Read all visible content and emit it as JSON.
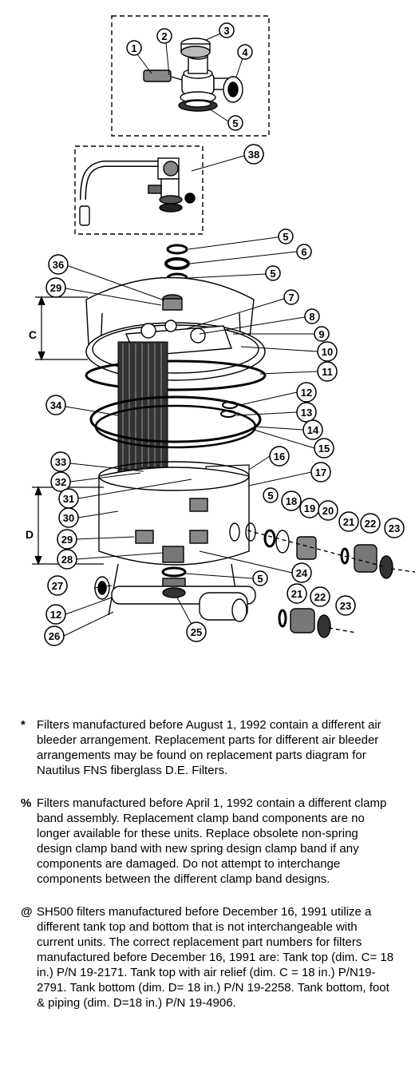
{
  "callouts": {
    "c1": "1",
    "c2": "2",
    "c3": "3",
    "c4": "4",
    "c5a": "5",
    "c38": "38",
    "c5b": "5",
    "c6": "6",
    "c5c": "5",
    "c36": "36",
    "c29a": "29",
    "c7": "7",
    "c8": "8",
    "c9": "9",
    "c10": "10",
    "c11": "11",
    "c12a": "12",
    "c34": "34",
    "c13": "13",
    "c14": "14",
    "c15": "15",
    "c16": "16",
    "c33": "33",
    "c17": "17",
    "c32": "32",
    "c31": "31",
    "c5d": "5",
    "c18": "18",
    "c19": "19",
    "c20": "20",
    "c30": "30",
    "c21a": "21",
    "c22a": "22",
    "c23a": "23",
    "c29b": "29",
    "c28": "28",
    "c24": "24",
    "c5e": "5",
    "c27": "27",
    "c21b": "21",
    "c22b": "22",
    "c23b": "23",
    "c12b": "12",
    "c25": "25",
    "c26": "26"
  },
  "dimensions": {
    "c_label": "C",
    "d_label": "D"
  },
  "notes": [
    {
      "symbol": "*",
      "text": "Filters manufactured before August 1, 1992 contain a different air bleeder arrangement. Replacement parts for different air bleeder arrangements may be found on replacement parts diagram for Nautilus FNS fiberglass D.E. Filters."
    },
    {
      "symbol": "%",
      "text": "Filters manufactured before April 1, 1992 contain a different clamp band assembly. Replacement clamp band components are no longer available for these units. Replace obsolete non-spring design clamp band with new spring design clamp band if any components are damaged. Do not attempt to interchange components between the different clamp band designs."
    },
    {
      "symbol": "@",
      "text": "SH500 filters manufactured before December 16, 1991 utilize a different tank top and bottom that is not interchangeable with current units. The correct replacement part numbers for filters manufactured before December 16, 1991 are: Tank top (dim. C= 18 in.) P/N 19-2171. Tank top with air relief (dim. C = 18 in.) P/N19-2791. Tank bottom (dim. D= 18 in.) P/N 19-2258. Tank bottom, foot & piping (dim. D=18 in.) P/N 19-4906."
    }
  ]
}
